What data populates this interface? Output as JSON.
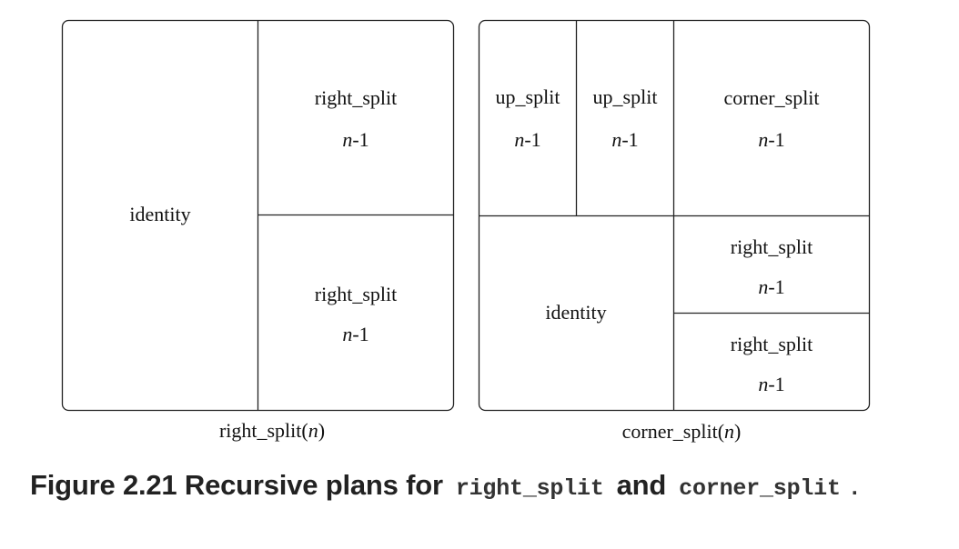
{
  "left_panel": {
    "identity": "identity",
    "top_right": {
      "name": "right_split",
      "arg": "n",
      "suffix": "-1"
    },
    "bottom_right": {
      "name": "right_split",
      "arg": "n",
      "suffix": "-1"
    },
    "caption": {
      "name": "right_split(",
      "arg": "n",
      "close": ")"
    }
  },
  "right_panel": {
    "up_split_1": {
      "name": "up_split",
      "arg": "n",
      "suffix": "-1"
    },
    "up_split_2": {
      "name": "up_split",
      "arg": "n",
      "suffix": "-1"
    },
    "corner_split": {
      "name": "corner_split",
      "arg": "n",
      "suffix": "-1"
    },
    "identity": "identity",
    "right_split_1": {
      "name": "right_split",
      "arg": "n",
      "suffix": "-1"
    },
    "right_split_2": {
      "name": "right_split",
      "arg": "n",
      "suffix": "-1"
    },
    "caption": {
      "name": "corner_split(",
      "arg": "n",
      "close": ")"
    }
  },
  "figure_caption": {
    "prefix": "Figure 2.21 Recursive plans for",
    "code1": "right_split",
    "middle": "and",
    "code2": "corner_split",
    "end": "."
  }
}
